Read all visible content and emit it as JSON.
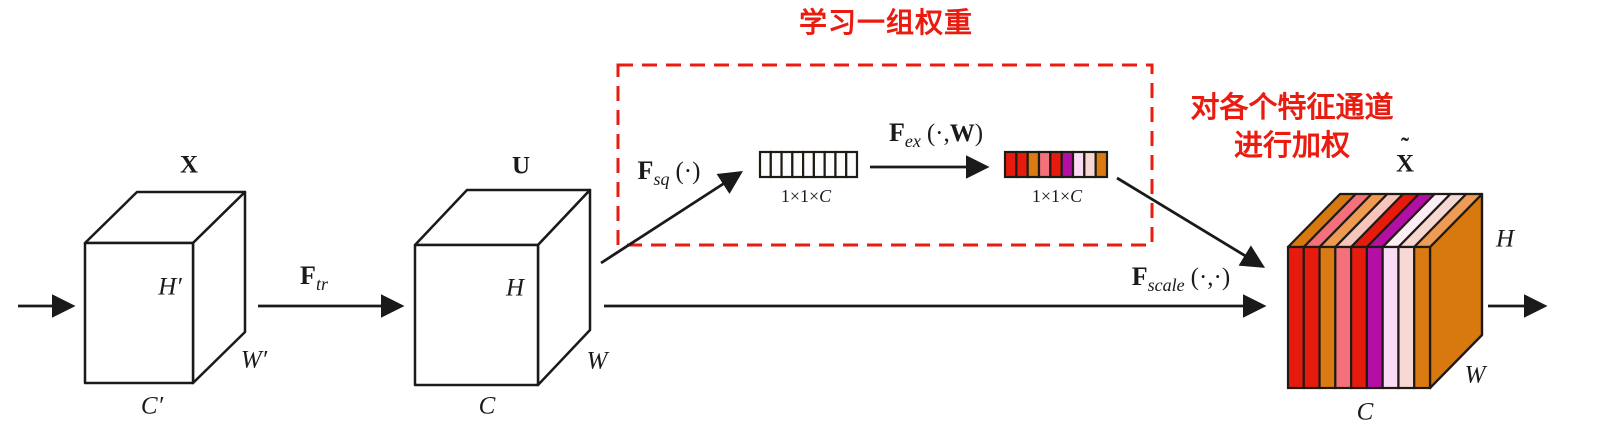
{
  "colors": {
    "annotation_red": "#ea1c10",
    "line_black": "#1a1a1a"
  },
  "annotations": {
    "learn_weights_title": "学习一组权重",
    "channel_weighting_line1": "对各个特征通道",
    "channel_weighting_line2": "进行加权"
  },
  "input_tensor": {
    "name": "X",
    "height": "H′",
    "width": "W′",
    "channels": "C′"
  },
  "transform_fn": {
    "base": "F",
    "sub": "tr"
  },
  "feature_tensor": {
    "name": "U",
    "height": "H",
    "width": "W",
    "channels": "C"
  },
  "squeeze_fn": {
    "base": "F",
    "sub": "sq",
    "args": "(·)"
  },
  "squeeze_vector": {
    "dims_prefix": "1×1×",
    "dims_var": "C",
    "cells": 9,
    "fill": "#fdfdfd"
  },
  "excitation_fn": {
    "base": "F",
    "sub": "ex",
    "args_prefix": "(·,",
    "args_weight": "W",
    "args_suffix": ")"
  },
  "weight_vector": {
    "dims_prefix": "1×1×",
    "dims_var": "C",
    "cell_colors": [
      "#e71b0d",
      "#e71b0d",
      "#da7a12",
      "#f4717b",
      "#e71b0d",
      "#b30fa4",
      "#fadcf4",
      "#f8d8d5",
      "#da7a12"
    ]
  },
  "scale_fn": {
    "base": "F",
    "sub": "scale",
    "args": "(·,·)"
  },
  "output_tensor": {
    "name": "X",
    "accent": "˜",
    "height": "H",
    "width": "W",
    "channels": "C",
    "front_colors": [
      "#e71b0d",
      "#e71b0d",
      "#da7a12",
      "#f4717b",
      "#e71b0d",
      "#b30fa4",
      "#fadcf4",
      "#f8d8d5",
      "#da7a12"
    ],
    "top_colors": [
      "#d7790f",
      "#f4717b",
      "#ee9b50",
      "#f8c5bd",
      "#e71b0d",
      "#b30fa4",
      "#fdeef6",
      "#f6d7d2",
      "#ee9b55"
    ],
    "side_color": "#d7790f"
  }
}
